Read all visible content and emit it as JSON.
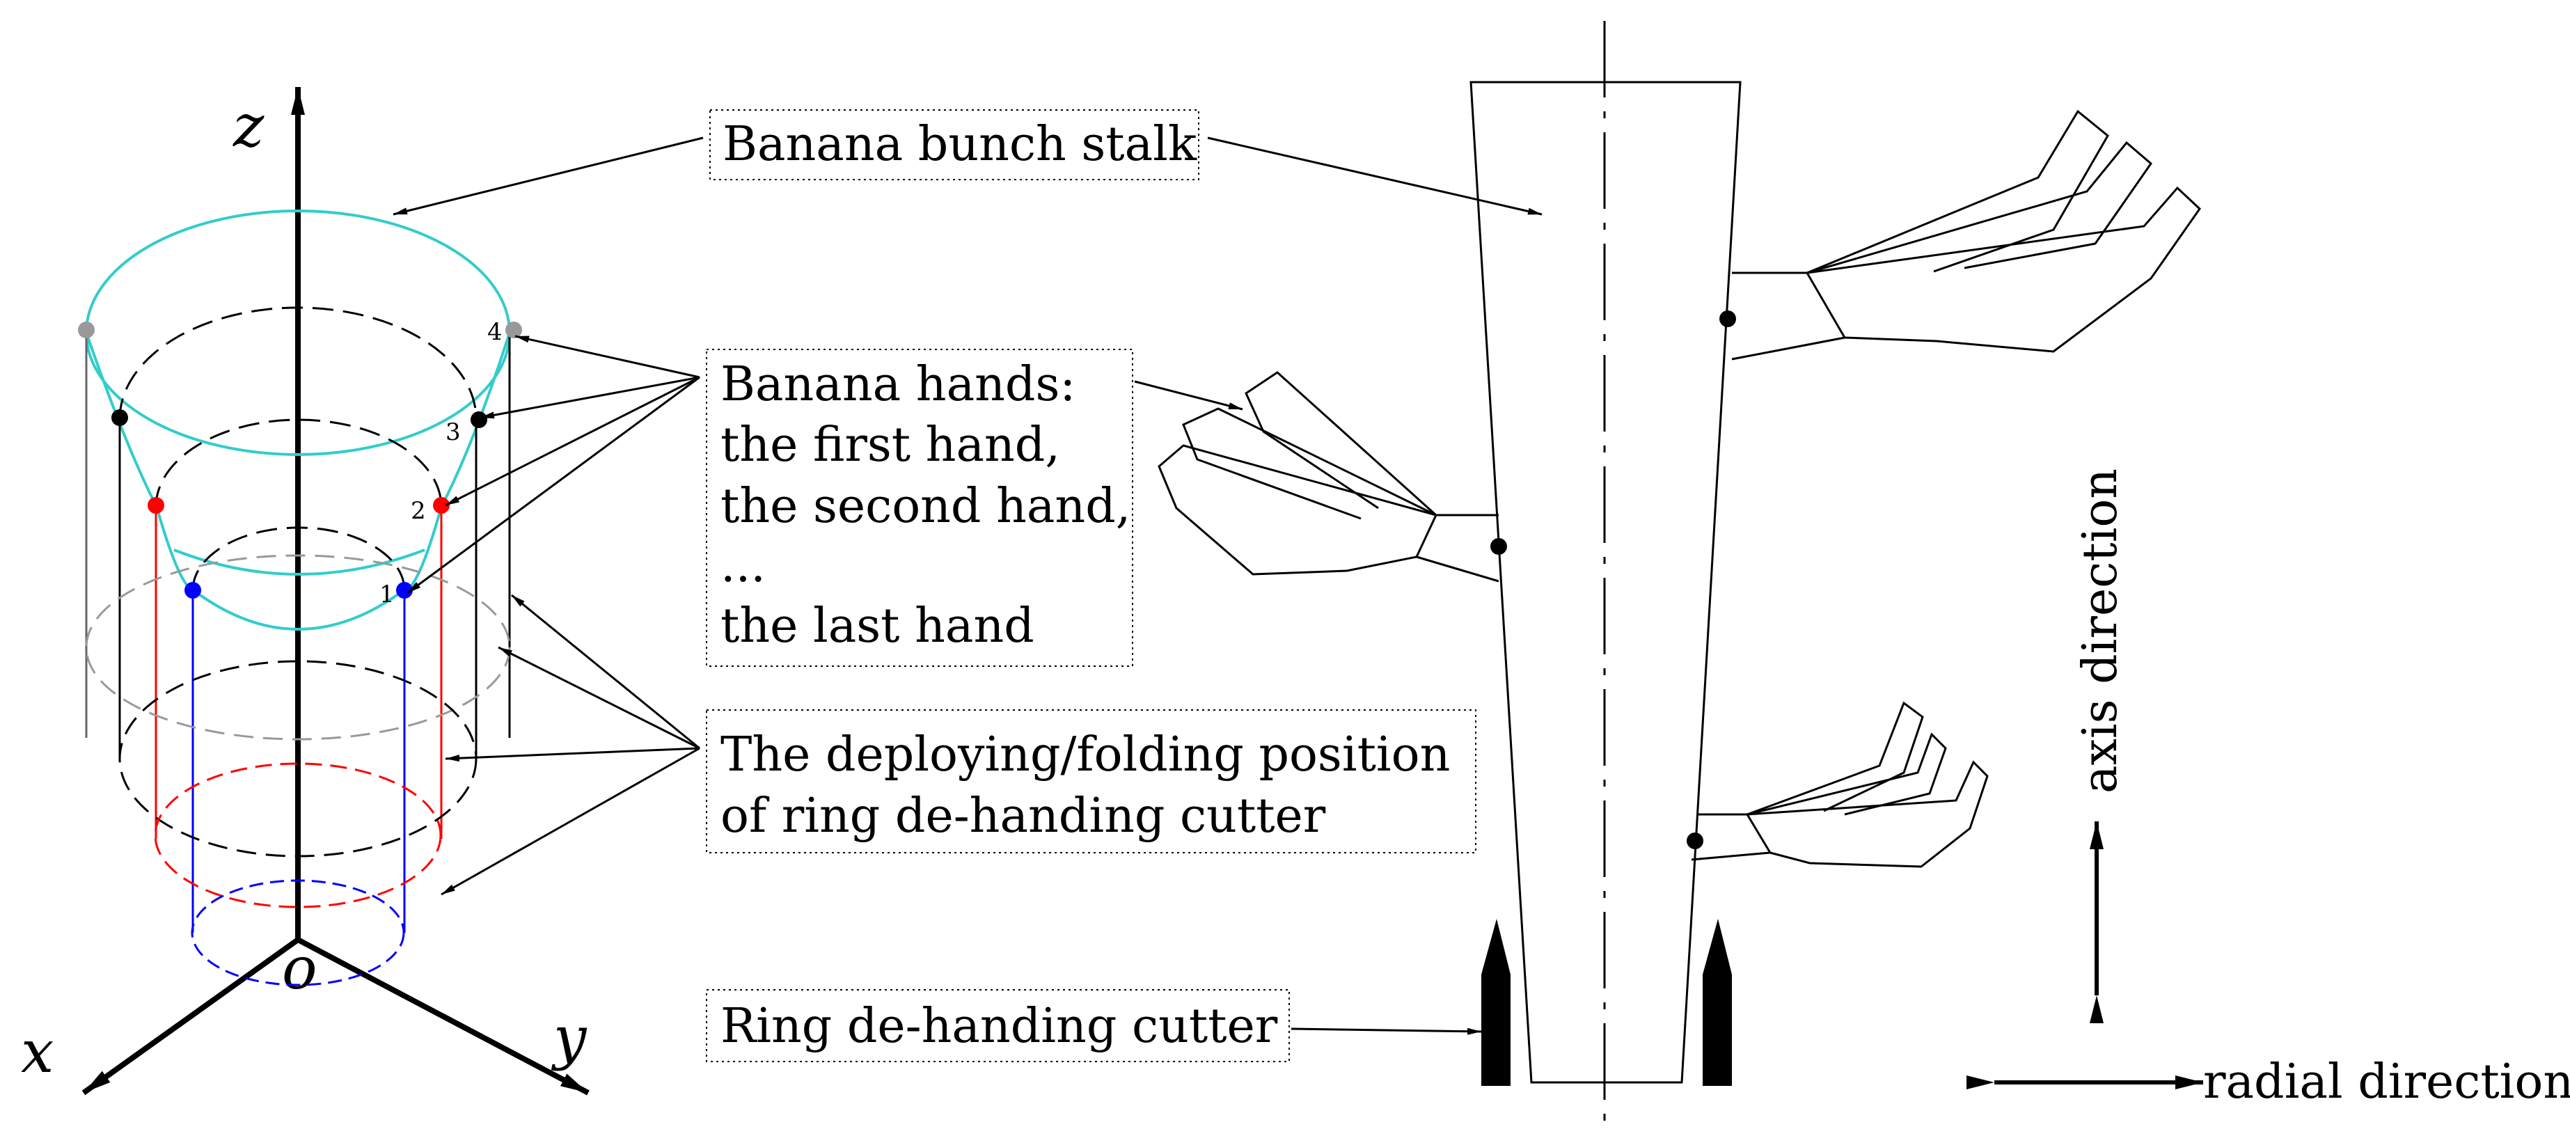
{
  "labels": {
    "stalk": "Banana bunch stalk",
    "hands": [
      "Banana hands:",
      "the first hand,",
      "the second hand,",
      "...",
      "the last hand"
    ],
    "position": [
      "The deploying/folding position",
      "of ring de-handing cutter"
    ],
    "cutter": "Ring de-handing cutter",
    "axis_direction": "axis direction",
    "radial_direction": "radial direction"
  },
  "axes": {
    "z": "z",
    "x": "x",
    "y": "y",
    "origin": "o"
  },
  "hand_numbers": [
    "1",
    "2",
    "3",
    "4"
  ],
  "colors": {
    "stalk_outline": "#33cccc",
    "hand1": "#0000ff",
    "hand2": "#ff0000",
    "hand3": "#000000",
    "hand4": "#999999"
  }
}
